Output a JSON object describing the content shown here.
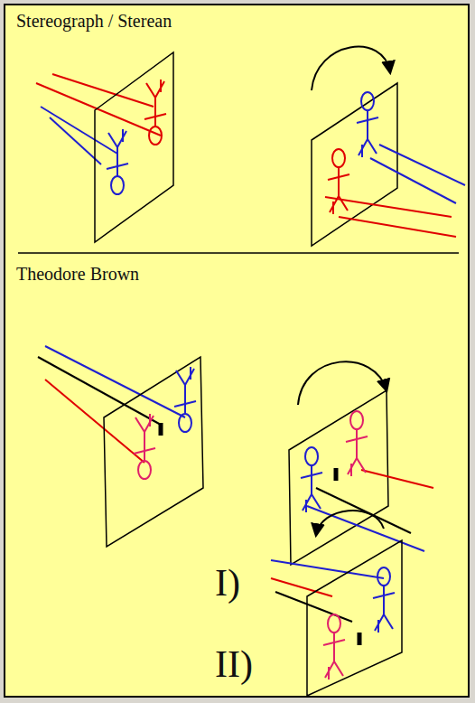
{
  "diagram": {
    "labels": [
      "Stereograph / Sterean",
      "Theodore Brown",
      "I)",
      "II)"
    ]
  }
}
